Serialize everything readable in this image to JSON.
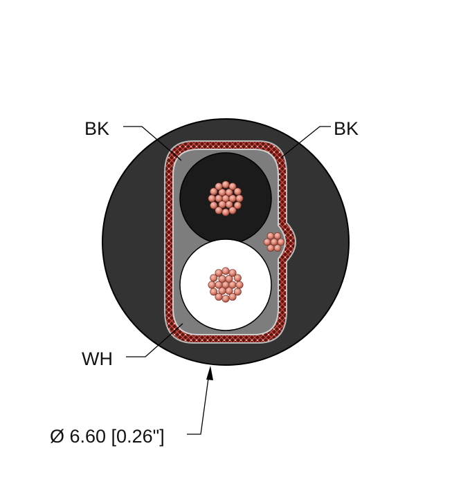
{
  "labels": {
    "top_left": "BK",
    "top_right": "BK",
    "bottom_left": "WH",
    "diameter": "Ø 6.60 [0.26\"]"
  },
  "colors": {
    "jacket": "#333333",
    "core_black": "#1b1b1b",
    "core_white": "#ffffff",
    "shield": "#8a1f1f",
    "filler": "#7d7d7d",
    "strand": "#e08a78"
  }
}
